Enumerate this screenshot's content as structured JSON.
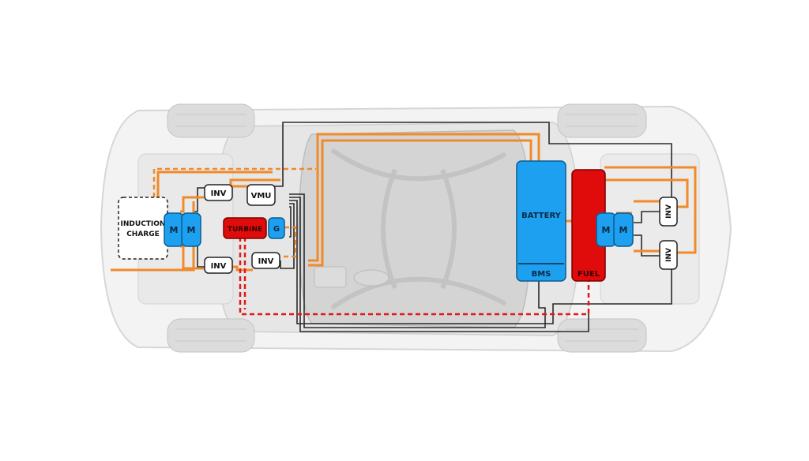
{
  "labels": {
    "induction_charge_line1": "INDUCTION",
    "induction_charge_line2": "CHARGE",
    "motor": "M",
    "inverter": "INV",
    "vmu": "VMU",
    "turbine": "TURBINE",
    "generator": "G",
    "battery": "BATTERY",
    "bms": "BMS",
    "fuel": "FUEL"
  },
  "colors": {
    "power_line": "#f08a2a",
    "fuel_line": "#e01818",
    "signal_line": "#2a2a2a",
    "electric_component": "#1ea0f0",
    "fuel_component": "#e00c0c",
    "controller_box": "#ffffff"
  }
}
